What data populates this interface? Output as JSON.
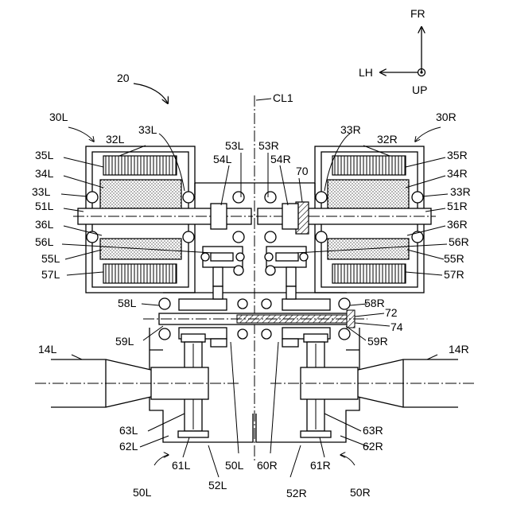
{
  "figure_number": "20",
  "centerline": "CL1",
  "direction": {
    "front": "FR",
    "left": "LH",
    "up": "UP"
  },
  "units": {
    "left_motor": "30L",
    "right_motor": "30R",
    "left_gearbox": "50L",
    "right_gearbox": "50R"
  },
  "labels": {
    "l32": "32L",
    "l33a": "33L",
    "l35": "35L",
    "l34": "34L",
    "l33b": "33L",
    "l51": "51L",
    "l36": "36L",
    "l56": "56L",
    "l55": "55L",
    "l57": "57L",
    "l53": "53L",
    "l54": "54L",
    "l58": "58L",
    "l59": "59L",
    "l14": "14L",
    "l63": "63L",
    "l62": "62L",
    "l61": "61L",
    "l50b": "50L",
    "l52": "52L",
    "r32": "32R",
    "r33a": "33R",
    "r35": "35R",
    "r34": "34R",
    "r33b": "33R",
    "r51": "51R",
    "r36": "36R",
    "r56": "56R",
    "r55": "55R",
    "r57": "57R",
    "r53": "53R",
    "r54": "54R",
    "r58": "58R",
    "r59": "59R",
    "r14": "14R",
    "r63": "63R",
    "r62": "62R",
    "r61": "61R",
    "r60": "60R",
    "r52": "52R",
    "n70": "70",
    "n72": "72",
    "n74": "74"
  }
}
